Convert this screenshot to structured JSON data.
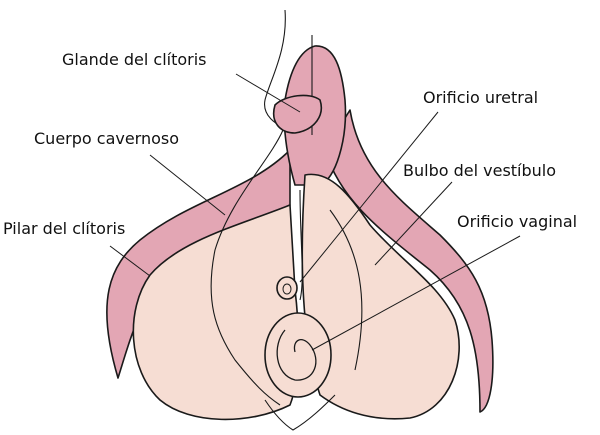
{
  "labels": {
    "glans": "Glande del clítoris",
    "urethral_orifice": "Orificio uretral",
    "corpus_cavernosum": "Cuerpo cavernoso",
    "vestibular_bulb": "Bulbo del vestíbulo",
    "crus": "Pilar del clítoris",
    "vaginal_orifice": "Orificio vaginal"
  },
  "colors": {
    "erectile_tissue": "#e3a6b4",
    "bulb": "#f6ddd3",
    "outline": "#1a1a1a"
  }
}
